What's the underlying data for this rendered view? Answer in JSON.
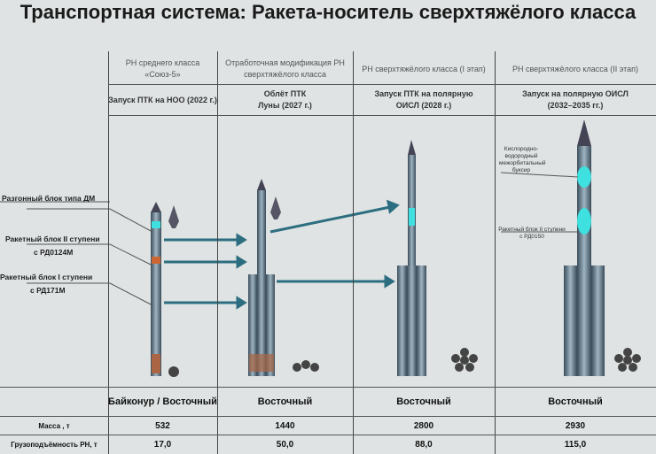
{
  "title": "Транспортная система: Ракета-носитель сверхтяжёлого класса",
  "columns": [
    {
      "header": "РН среднего класса «Союз-5»",
      "mission": "Запуск ПТК на НОО (2022 г.)",
      "site": "Байконур / Восточный",
      "mass": "532",
      "payload": "17,0"
    },
    {
      "header": "Отработочная модификация РН сверхтяжёлого класса",
      "mission": "Облёт ПТК Луны (2027 г.)",
      "site": "Восточный",
      "mass": "1440",
      "payload": "50,0"
    },
    {
      "header": "РН сверхтяжёлого класса (I этап)",
      "mission": "Запуск ПТК на полярную ОИСЛ (2028 г.)",
      "site": "Восточный",
      "mass": "2800",
      "payload": "88,0"
    },
    {
      "header": "РН сверхтяжёлого класса (II этап)",
      "mission": "Запуск на полярную ОИСЛ (2032–2035 гг.)",
      "site": "Восточный",
      "mass": "2930",
      "payload": "115,0"
    }
  ],
  "row_labels": {
    "mass": "Масса , т",
    "payload": "Грузоподъёмность РН, т"
  },
  "callouts": {
    "upper_stage": "Разгонный блок типа ДМ",
    "stage2": "Ракетный блок II ступени",
    "stage2_engine": "с РД0124М",
    "stage1": "Ракетный блок I ступени",
    "stage1_engine": "с РД171М",
    "tug": "Кислородно-водородный межорбитальный буксир",
    "stage2_b": "Ракетный блок II ступени с РД0150"
  }
}
